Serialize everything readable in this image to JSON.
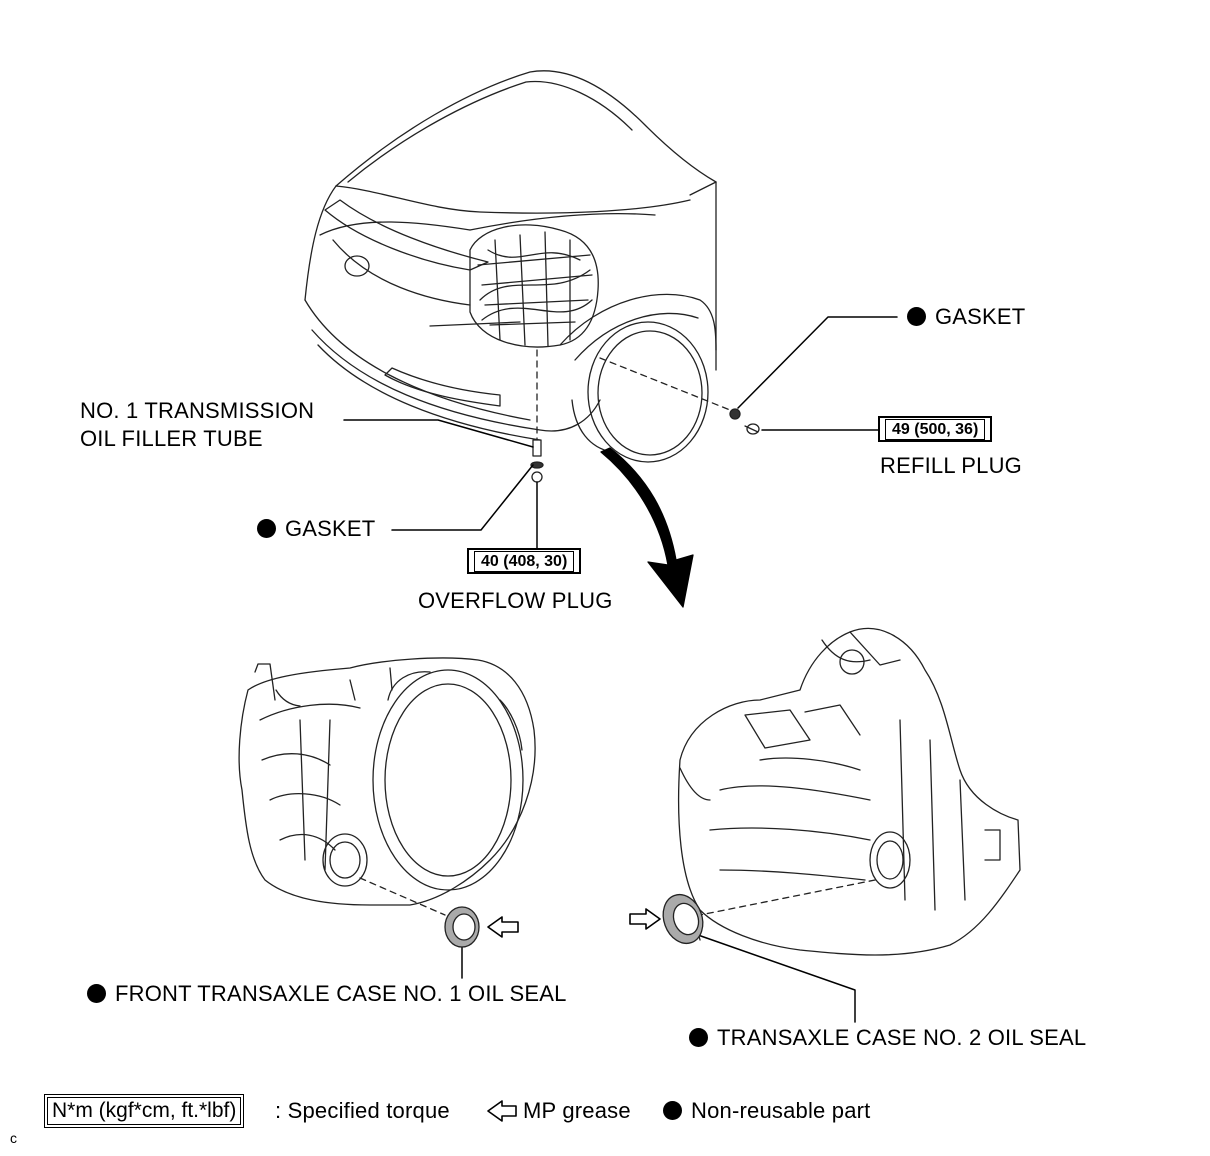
{
  "labels": {
    "gasket_top": "GASKET",
    "filler_tube_line1": "NO. 1 TRANSMISSION",
    "filler_tube_line2": "OIL FILLER TUBE",
    "refill_torque": "49 (500, 36)",
    "refill_plug": "REFILL PLUG",
    "gasket_mid": "GASKET",
    "overflow_torque": "40 (408, 30)",
    "overflow_plug": "OVERFLOW PLUG",
    "front_seal": "FRONT TRANSAXLE CASE NO. 1 OIL SEAL",
    "case_seal": "TRANSAXLE CASE NO. 2 OIL SEAL"
  },
  "legend": {
    "torque_units": "N*m (kgf*cm, ft.*lbf)",
    "torque_desc": ": Specified torque",
    "grease": "MP grease",
    "non_reusable": "Non-reusable part"
  },
  "corner_code": "C",
  "icons": {
    "non_reusable": "filled-circle-icon",
    "grease": "hollow-arrow-icon"
  }
}
